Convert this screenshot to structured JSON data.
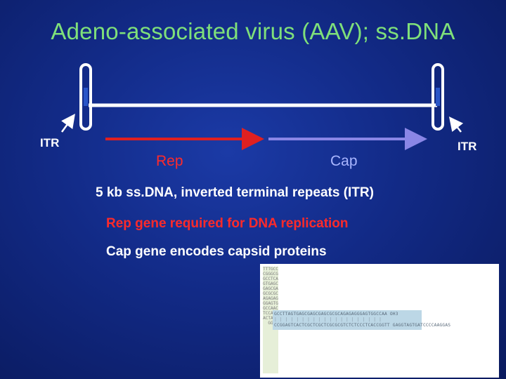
{
  "title": "Adeno-associated virus (AAV); ss.DNA",
  "labels": {
    "itr_left": "ITR",
    "itr_right": "ITR",
    "rep": "Rep",
    "cap": "Cap"
  },
  "notes": {
    "line1": "5 kb ss.DNA, inverted terminal repeats (ITR)",
    "line2": "Rep gene required for DNA replication",
    "line3": "Cap gene encodes capsid proteins"
  },
  "sequence": {
    "vertical": "TTTGCCCGGGCGGCCTCAGTGAGCGAGCGAGCGCGCAGAGAGGGAGTGGCCAACTCCATCACTAGGGG",
    "row1": "GCCTTAGTGAGCGAGCGAGCGCGCAGAGAGGGAGTGGCCAA OH3",
    "row2": "|  |  |  |  |  |  |  |  |  |  |  |  |  |  |  |  |  |  |  |",
    "row3": "CCGGAGTCACTCGCTCGCTCGCGCGTCTCTCCCTCACCGGTT GAGGTAGTGATCCCCAAGGAS"
  },
  "colors": {
    "title": "#7fe07a",
    "rep_arrow": "#e02020",
    "cap_arrow": "#8a86e6",
    "rep_text": "#ff2a2a",
    "cap_text": "#a9b6ff"
  }
}
